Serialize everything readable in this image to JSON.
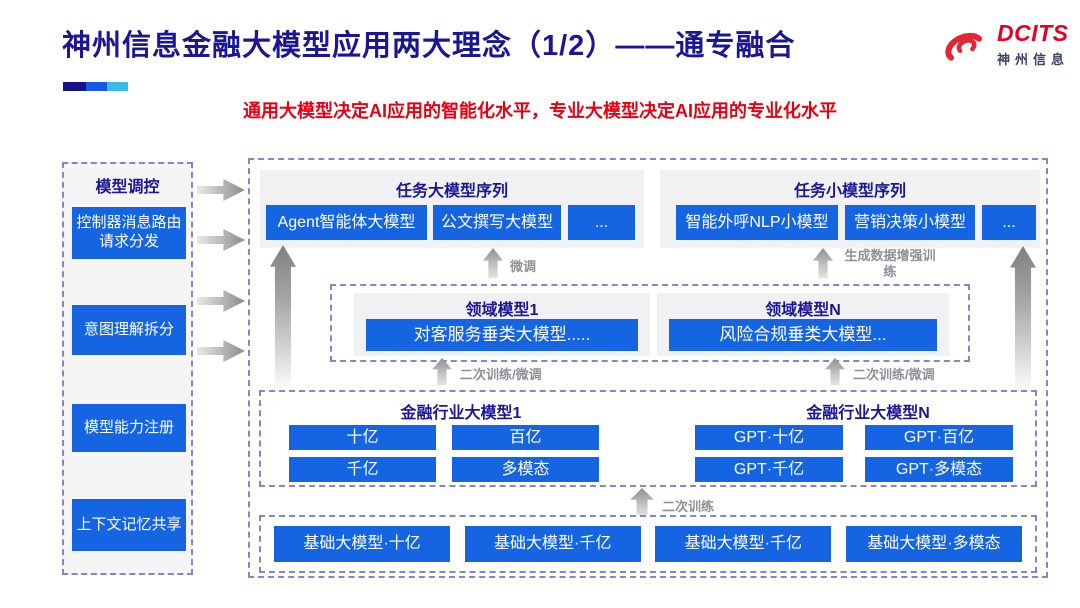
{
  "header": {
    "title": "神州信息金融大模型应用两大理念（1/2）——通专融合",
    "subtitle": "通用大模型决定AI应用的智能化水平，专业大模型决定AI应用的专业化水平",
    "logo": {
      "brand": "DCITS",
      "brand_cn": "神州信息"
    }
  },
  "colors": {
    "accent_blue": "#1565e2",
    "title_navy": "#1b1794",
    "subtitle_red": "#e60012",
    "logo_red": "#e60023",
    "panel_gray": "#f1f1f3",
    "arrow_gray": "#8c8c8c"
  },
  "sidebar": {
    "title": "模型调控",
    "items": [
      "控制器消息路由请求分发",
      "意图理解拆分",
      "模型能力注册",
      "上下文记忆共享"
    ]
  },
  "task_large": {
    "title": "任务大模型序列",
    "items": [
      "Agent智能体大模型",
      "公文撰写大模型",
      "..."
    ]
  },
  "task_small": {
    "title": "任务小模型序列",
    "items": [
      "智能外呼NLP小模型",
      "营销决策小模型",
      "..."
    ]
  },
  "domain": {
    "boxes": [
      {
        "title": "领域模型1",
        "item": "对客服务垂类大模型....."
      },
      {
        "title": "领域模型N",
        "item": "风险合规垂类大模型..."
      }
    ]
  },
  "industry": {
    "boxes": [
      {
        "title": "金融行业大模型1",
        "items": [
          "十亿",
          "百亿",
          "千亿",
          "多模态"
        ]
      },
      {
        "title": "金融行业大模型N",
        "items": [
          "GPT·十亿",
          "GPT·百亿",
          "GPT·千亿",
          "GPT·多模态"
        ]
      }
    ]
  },
  "base": {
    "items": [
      "基础大模型·十亿",
      "基础大模型·千亿",
      "基础大模型·千亿",
      "基础大模型·多模态"
    ]
  },
  "labels": {
    "fine_tune": "微调",
    "gen_data_train": "生成数据增强训练",
    "retrain_finetune": "二次训练/微调",
    "secondary_train": "二次训练"
  }
}
